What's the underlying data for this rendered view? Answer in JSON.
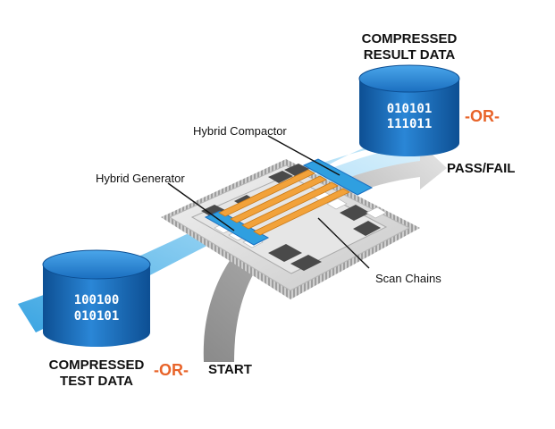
{
  "labels": {
    "compressed_result_line1": "COMPRESSED",
    "compressed_result_line2": "RESULT DATA",
    "compressed_test_line1": "COMPRESSED",
    "compressed_test_line2": "TEST DATA",
    "hybrid_compactor": "Hybrid Compactor",
    "hybrid_generator": "Hybrid Generator",
    "scan_chains": "Scan Chains",
    "pass_fail": "PASS/FAIL",
    "start": "START",
    "or_result": "-OR-",
    "or_test": "-OR-"
  },
  "databases": {
    "result_bits_line1": "010101",
    "result_bits_line2": "111011",
    "test_bits_line1": "100100",
    "test_bits_line2": "010101"
  },
  "colors": {
    "cylinder_blue": "#1e6fc0",
    "flow_light_blue": "#8fd0f2",
    "orange_accent": "#e8642a",
    "scan_chain_orange": "#f2a23a",
    "arrow_gray": "#9a9a9a",
    "chip_gray": "#d9d9d9"
  }
}
